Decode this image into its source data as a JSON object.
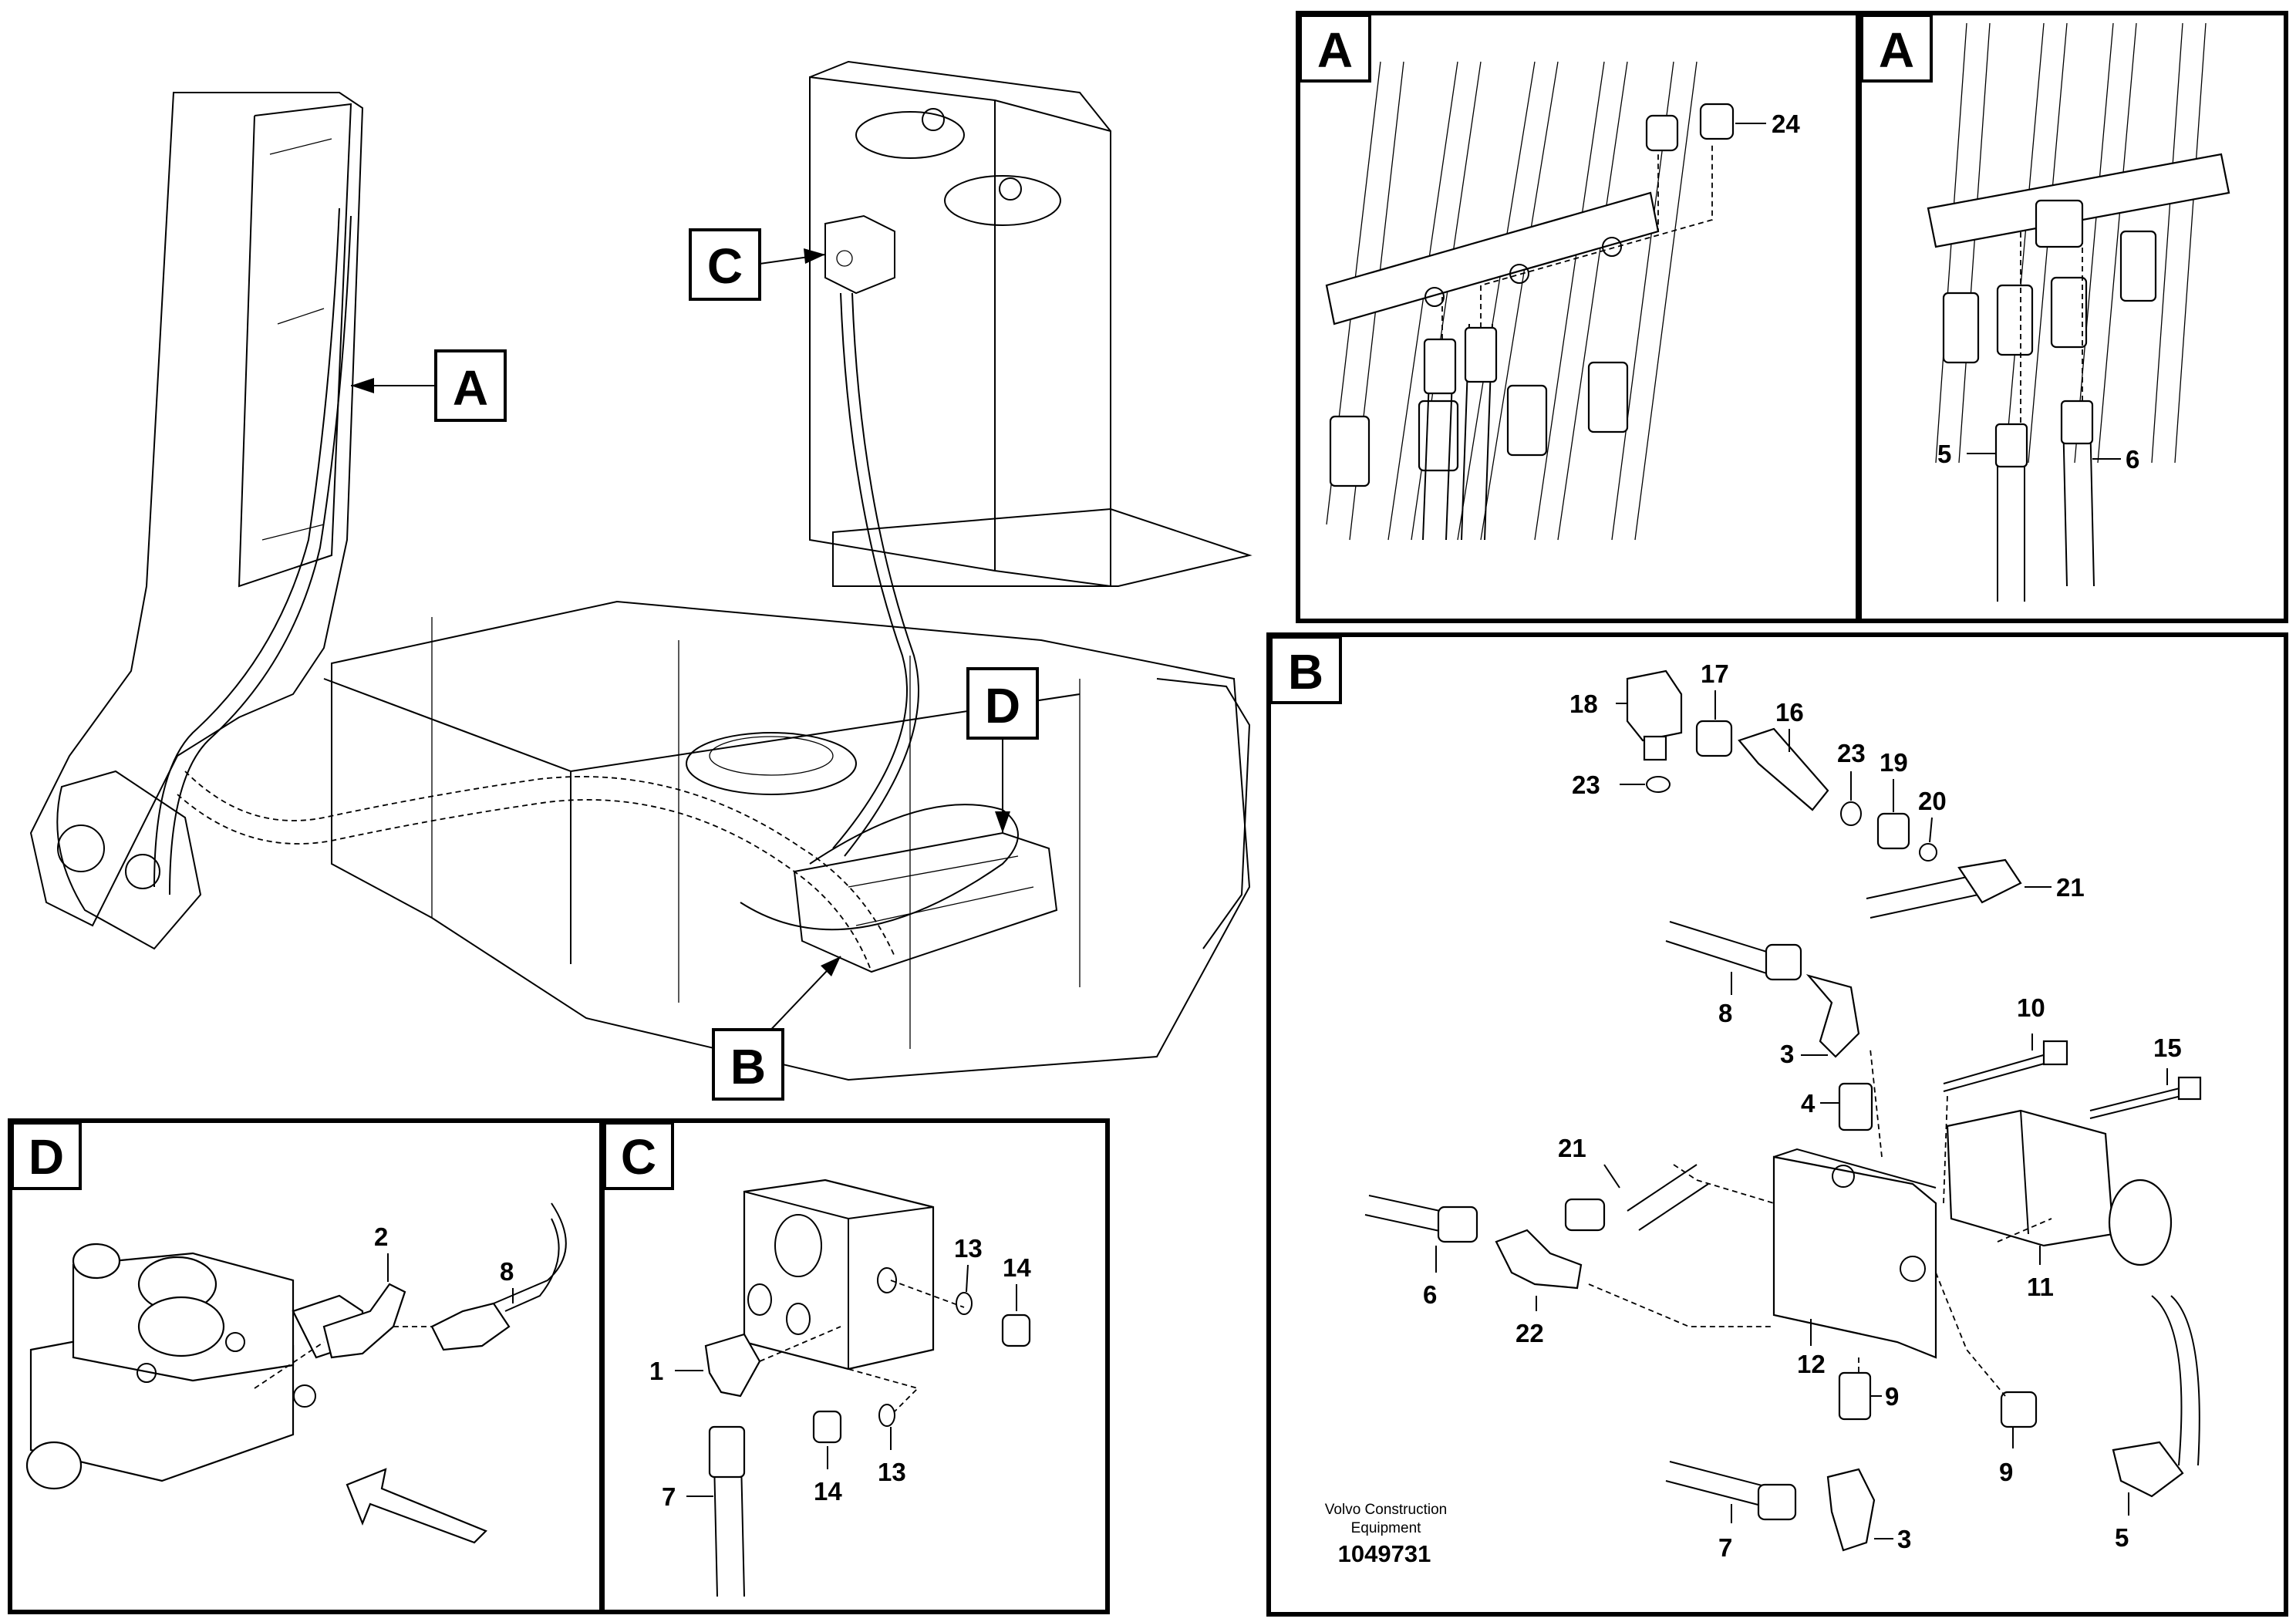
{
  "section_tags": {
    "main_A": "A",
    "main_B": "B",
    "main_C": "C",
    "main_D": "D",
    "panel_A1": "A",
    "panel_A2": "A",
    "panel_B": "B",
    "panel_C": "C",
    "panel_D": "D"
  },
  "panel_a1": {
    "callouts": [
      "24"
    ]
  },
  "panel_a2": {
    "callouts": [
      "5",
      "6"
    ]
  },
  "panel_b": {
    "callouts": [
      "18",
      "17",
      "16",
      "23",
      "23",
      "19",
      "20",
      "21",
      "8",
      "10",
      "15",
      "3",
      "4",
      "21",
      "6",
      "22",
      "12",
      "11",
      "9",
      "9",
      "7",
      "3",
      "5"
    ]
  },
  "panel_c": {
    "callouts": [
      "13",
      "14",
      "1",
      "14",
      "13",
      "7"
    ]
  },
  "panel_d": {
    "callouts": [
      "2",
      "8"
    ]
  },
  "footer": {
    "company": "Volvo Construction",
    "company2": "Equipment",
    "drawing_number": "1049731"
  },
  "icons": [
    "direction-arrow-icon"
  ]
}
